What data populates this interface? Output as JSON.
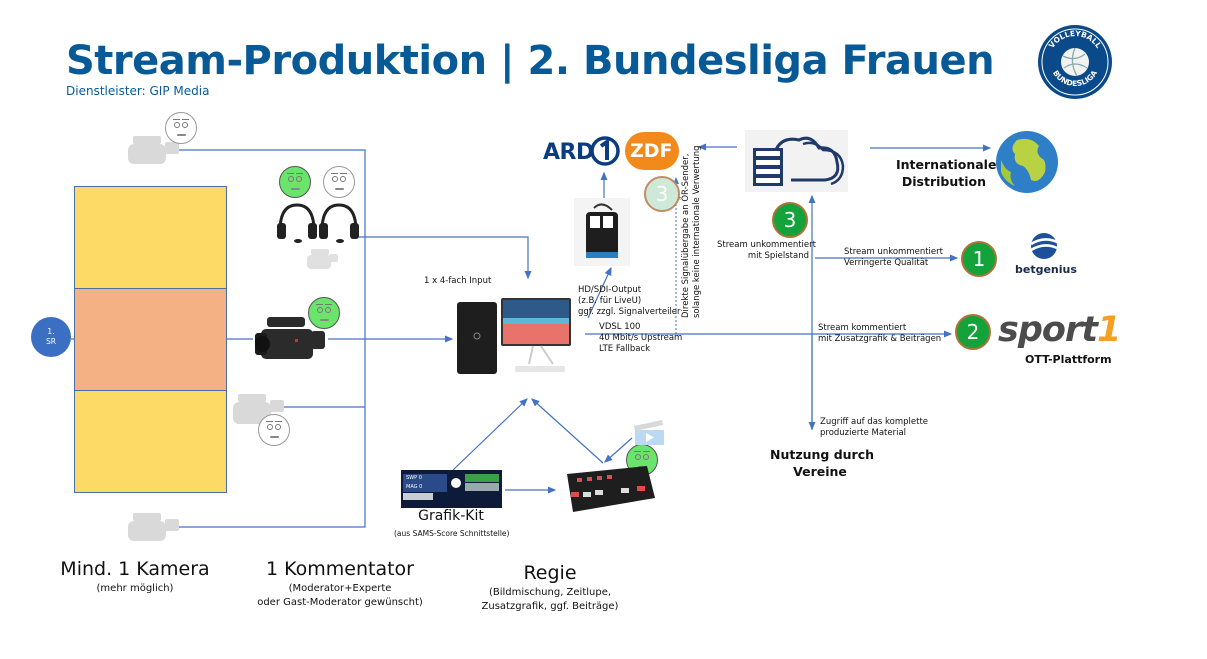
{
  "header": {
    "title": "Stream-Produktion | 2. Bundesliga Frauen",
    "subtitle": "Dienstleister: GIP Media",
    "logo": {
      "top_text": "VOLLEYBALL",
      "bottom_text": "BUNDESLIGA",
      "icon": "volleyball-icon",
      "color": "#0a4a8a"
    }
  },
  "court": {
    "referee": {
      "line1": "1.",
      "line2": "SR"
    },
    "colors": {
      "back_zone": "#fdd965",
      "front_zone": "#f4b183"
    }
  },
  "cameras_section": {
    "title": "Mind. 1 Kamera",
    "subtitle": "(mehr möglich)"
  },
  "commentator_section": {
    "title": "1 Kommentator",
    "subtitle_line1": "(Moderator+Experte",
    "subtitle_line2": "oder Gast-Moderator gewünscht)"
  },
  "regie_section": {
    "title": "Regie",
    "subtitle_line1": "(Bildmischung, Zeitlupe,",
    "subtitle_line2": "Zusatzgrafik, ggf. Beiträge)"
  },
  "grafik_kit": {
    "title": "Grafik-Kit",
    "subtitle": "(aus SAMS-Score Schnittstelle)",
    "scoreboard": {
      "team_a": "SWP",
      "team_b": "MAG",
      "score_a": "0",
      "score_b": "0"
    }
  },
  "production_pc": {
    "input_label": "1 x 4-fach Input",
    "output_line1": "HD/SDI-Output",
    "output_line2": "(z.B. für LiveU)",
    "output_line3": "ggf. zzgl. Signalverteiler",
    "upstream_line1": "VDSL 100",
    "upstream_line2": "40 Mbit/s Upstream",
    "upstream_line3": "LTE Fallback"
  },
  "broadcasters": {
    "ard": "ARD",
    "zdf": "ZDF",
    "direct_line1": "Direkte Signalübergabe an ÖR-Sender,",
    "direct_line2": "solange keine internationale Verwertung",
    "faded_badge": "3"
  },
  "cloud": {
    "icon": "cloud-server-icon",
    "badge": "3",
    "label_line1": "Stream unkommentiert",
    "label_line2": "mit Spielstand"
  },
  "distribution": {
    "international": {
      "line1": "Internationale",
      "line2": "Distribution",
      "icon": "globe-icon"
    },
    "betgenius": {
      "badge": "1",
      "label_line1": "Stream unkommentiert",
      "label_line2": "Verringerte Qualität",
      "logo": "betgenius"
    },
    "sport1": {
      "badge": "2",
      "label_line1": "Stream kommentiert",
      "label_line2": "mit Zusatzgrafik & Beiträgen",
      "logo_main": "sport",
      "logo_accent": "1",
      "platform": "OTT-Plattform"
    },
    "vereine": {
      "access_line1": "Zugriff auf das komplette",
      "access_line2": "produzierte Material",
      "title_line1": "Nutzung durch",
      "title_line2": "Vereine"
    }
  },
  "colors": {
    "brand_blue": "#075a96",
    "line_blue": "#4472c4",
    "badge_green": "#14a23a",
    "zdf_orange": "#f28a1b",
    "sport1_accent": "#f4a020"
  }
}
